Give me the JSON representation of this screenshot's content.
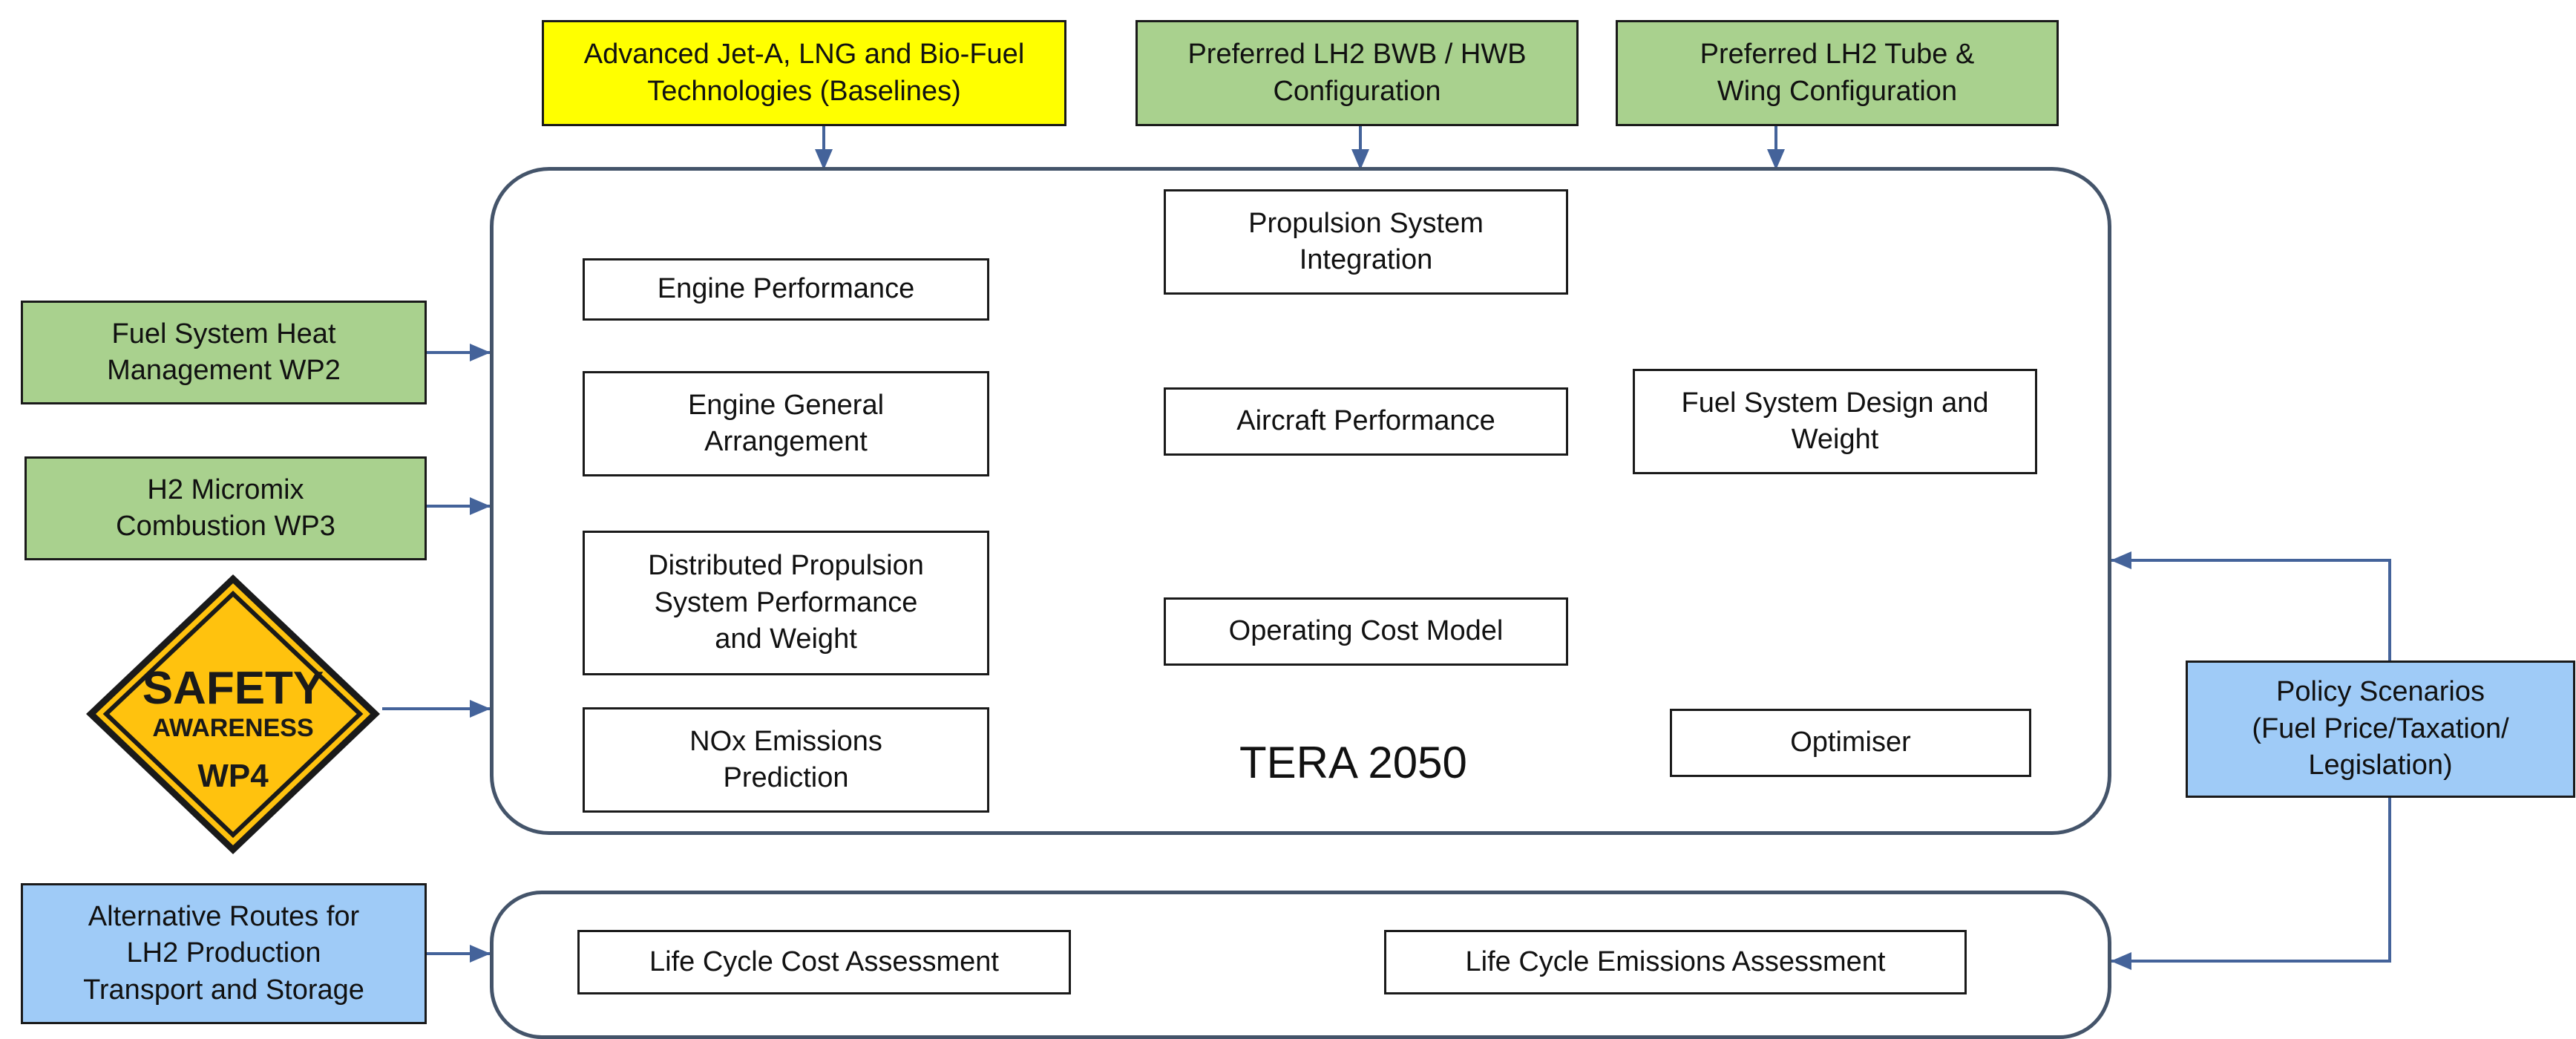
{
  "top": {
    "baselines": "Advanced Jet-A, LNG and Bio-Fuel\nTechnologies (Baselines)",
    "bwb": "Preferred LH2 BWB / HWB\nConfiguration",
    "tube": "Preferred LH2 Tube &\nWing Configuration"
  },
  "left": {
    "heat": "Fuel System Heat\nManagement WP2",
    "micromix": "H2 Micromix\nCombustion WP3",
    "routes": "Alternative Routes for\nLH2 Production\nTransport and Storage"
  },
  "sign": {
    "line1": "SAFETY",
    "line2": "AWARENESS",
    "line3": "WP4"
  },
  "right": {
    "policy": "Policy Scenarios\n(Fuel Price/Taxation/\nLegislation)"
  },
  "tera": {
    "title": "TERA 2050",
    "engine_performance": "Engine Performance",
    "engine_ga": "Engine General\nArrangement",
    "distributed": "Distributed Propulsion\nSystem Performance\nand Weight",
    "nox": "NOx Emissions\nPrediction",
    "integration": "Propulsion System\nIntegration",
    "aircraft": "Aircraft Performance",
    "fuel_design": "Fuel System Design and\nWeight",
    "operating": "Operating Cost Model",
    "optimiser": "Optimiser"
  },
  "lifecycle": {
    "cost": "Life Cycle Cost Assessment",
    "emissions": "Life Cycle Emissions Assessment"
  },
  "colors": {
    "arrow": "#44639a",
    "yellow": "#ffff00",
    "green": "#a9d18e",
    "blue": "#9fcbf7"
  }
}
